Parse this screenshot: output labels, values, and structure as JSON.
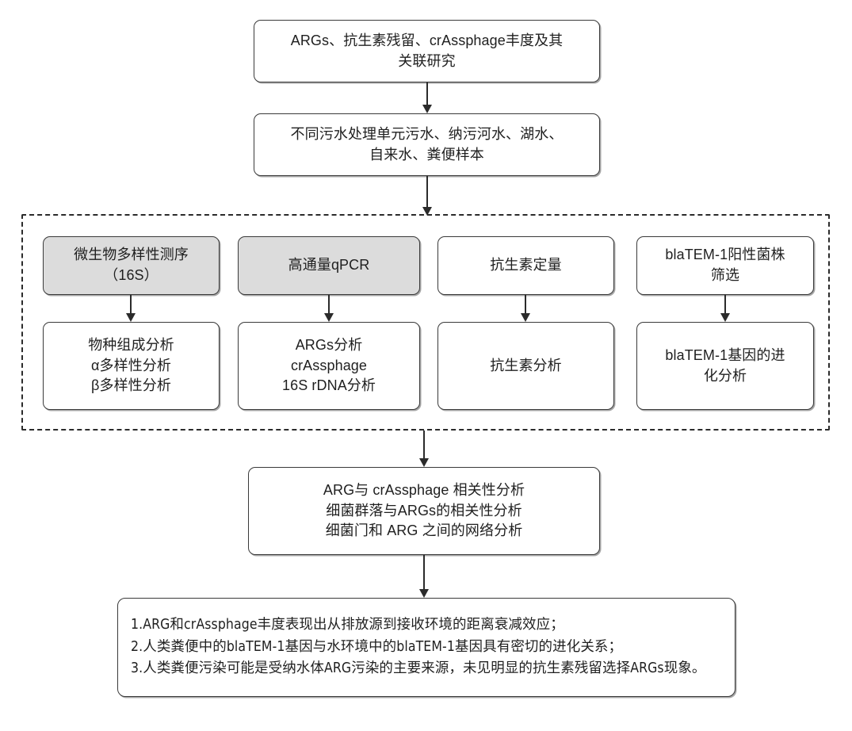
{
  "diagram": {
    "title_box": {
      "label": "ARGs、抗生素残留、crAssphage丰度及其\n关联研究"
    },
    "samples_box": {
      "label": "不同污水处理单元污水、纳污河水、湖水、\n自来水、粪便样本"
    },
    "methods_group": {
      "columns": [
        {
          "method": {
            "label": "微生物多样性测序\n（16S）",
            "shaded": true
          },
          "analysis": {
            "label": "物种组成分析\nα多样性分析\nβ多样性分析"
          }
        },
        {
          "method": {
            "label": "高通量qPCR",
            "shaded": true
          },
          "analysis": {
            "label": "ARGs分析\ncrAssphage\n16S rDNA分析"
          }
        },
        {
          "method": {
            "label": "抗生素定量",
            "shaded": false
          },
          "analysis": {
            "label": "抗生素分析"
          }
        },
        {
          "method": {
            "label": "blaTEM-1阳性菌株\n筛选",
            "shaded": false
          },
          "analysis": {
            "label": "blaTEM-1基因的进\n化分析"
          }
        }
      ]
    },
    "correlation_box": {
      "label": "ARG与 crAssphage 相关性分析\n细菌群落与ARGs的相关性分析\n细菌门和 ARG 之间的网络分析"
    },
    "conclusions_box": {
      "label": "1.ARG和crAssphage丰度表现出从排放源到接收环境的距离衰减效应；\n2.人类粪便中的blaTEM-1基因与水环境中的blaTEM-1基因具有密切的进化关系；\n3.人类粪便污染可能是受纳水体ARG污染的主要来源，未见明显的抗生素残留选择ARGs现象。"
    },
    "colors": {
      "box_border": "#3a3a3a",
      "box_fill": "#ffffff",
      "shaded_fill": "#dcdcdc",
      "connector": "#2b2b2b",
      "dashed_border": "#2b2b2b",
      "text": "#1f1f1f",
      "background": "#ffffff"
    }
  }
}
